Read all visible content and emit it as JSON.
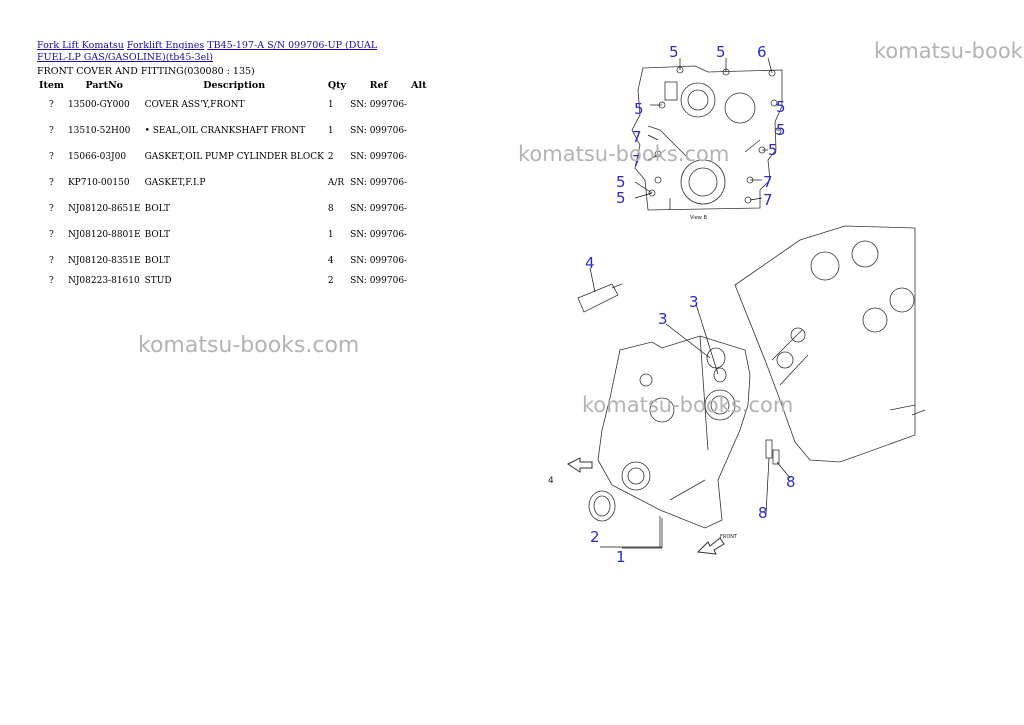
{
  "breadcrumb": {
    "link1": "Fork Lift Komatsu",
    "link2": "Forklift Engines",
    "link3": "TB45-197-A S/N 099706-UP (DUAL FUEL-LP GAS/GASOLINE)(tb45-3el)"
  },
  "subtitle": "FRONT COVER AND FITTING(030080 : 135)",
  "table": {
    "headers": {
      "item": "Item",
      "partno": "PartNo",
      "description": "Description",
      "qty": "Qty",
      "ref": "Ref",
      "alt": "Alt"
    },
    "rows": [
      {
        "item": "?",
        "partno": "13500-GY000",
        "description": "COVER ASS'Y,FRONT",
        "qty": "1",
        "ref": "SN: 099706-"
      },
      {
        "item": "?",
        "partno": "13510-52H00",
        "description": "• SEAL,OIL CRANKSHAFT FRONT",
        "qty": "1",
        "ref": "SN: 099706-"
      },
      {
        "item": "?",
        "partno": "15066-03J00",
        "description": "GASKET,OIL PUMP CYLINDER BLOCK",
        "qty": "2",
        "ref": "SN: 099706-"
      },
      {
        "item": "?",
        "partno": "KP710-00150",
        "description": "GASKET,F.I.P",
        "qty": "A/R",
        "ref": "SN: 099706-"
      },
      {
        "item": "?",
        "partno": "NJ08120-8651E",
        "description": "BOLT",
        "qty": "8",
        "ref": "SN: 099706-"
      },
      {
        "item": "?",
        "partno": "NJ08120-8801E",
        "description": "BOLT",
        "qty": "1",
        "ref": "SN: 099706-"
      },
      {
        "item": "?",
        "partno": "NJ08120-8351E",
        "description": "BOLT",
        "qty": "4",
        "ref": "SN: 099706-"
      },
      {
        "item": "?",
        "partno": "NJ08223-81610",
        "description": "STUD",
        "qty": "2",
        "ref": "SN: 099706-"
      }
    ]
  },
  "watermark": "komatsu-books.com",
  "diagram": {
    "callout_color": "#2a2ad0",
    "view_label": "View B",
    "front_label": "FRONT",
    "view_arrow_label": "4"
  }
}
